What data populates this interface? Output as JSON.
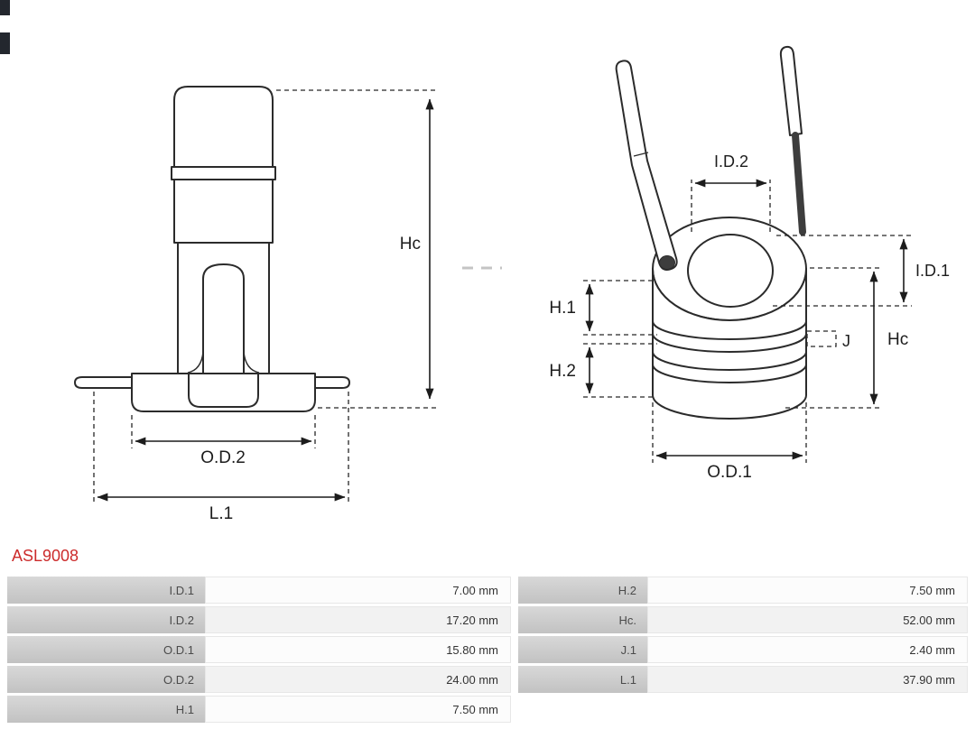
{
  "part_number": "ASL9008",
  "diagram": {
    "side_view": {
      "height_label": "Hc",
      "outer_diameter_label": "O.D.2",
      "length_label": "L.1"
    },
    "front_view": {
      "inner_diameter_top_label": "I.D.2",
      "inner_diameter_side_label": "I.D.1",
      "height_upper_label": "H.1",
      "height_lower_label": "H.2",
      "groove_label": "J",
      "height_label": "Hc",
      "outer_diameter_label": "O.D.1"
    }
  },
  "spec_table": {
    "left_rows": [
      {
        "label": "I.D.1",
        "value": "7.00 mm"
      },
      {
        "label": "I.D.2",
        "value": "17.20 mm"
      },
      {
        "label": "O.D.1",
        "value": "15.80 mm"
      },
      {
        "label": "O.D.2",
        "value": "24.00 mm"
      },
      {
        "label": "H.1",
        "value": "7.50 mm"
      }
    ],
    "right_rows": [
      {
        "label": "H.2",
        "value": "7.50 mm"
      },
      {
        "label": "Hc.",
        "value": "52.00 mm"
      },
      {
        "label": "J.1",
        "value": "2.40 mm"
      },
      {
        "label": "L.1",
        "value": "37.90 mm"
      }
    ]
  },
  "colors": {
    "part_number_red": "#cc2b2b",
    "table_label_bg": "#cbcbcb",
    "line_color": "#2b2b2b"
  }
}
